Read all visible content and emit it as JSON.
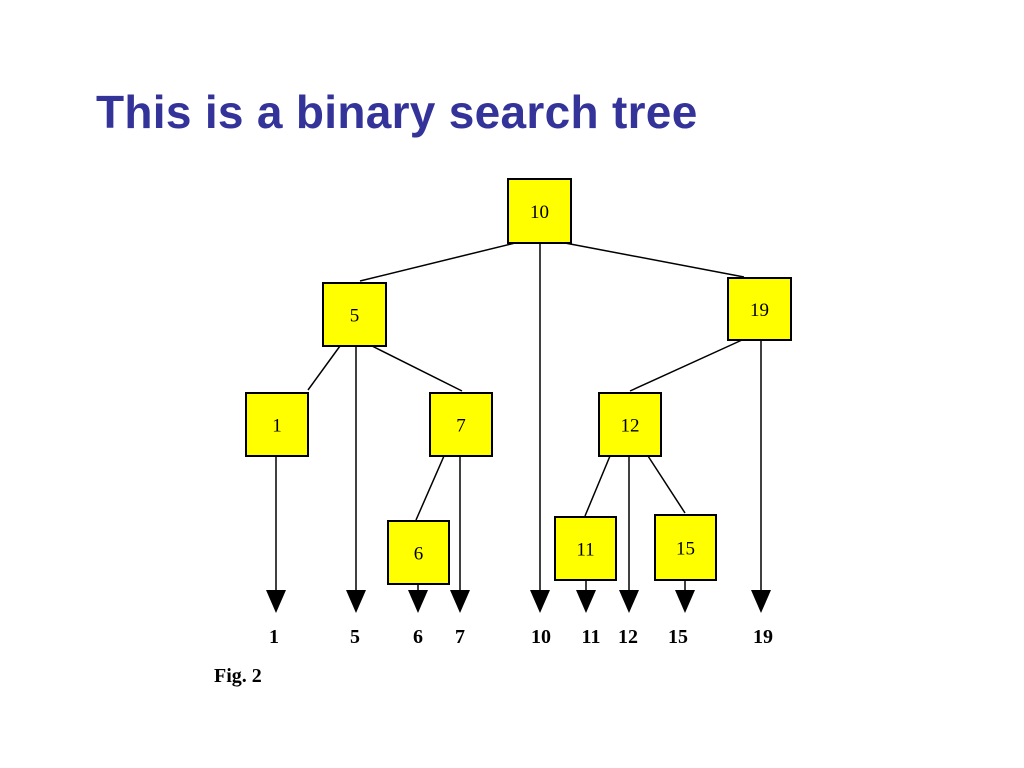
{
  "slide": {
    "title": "This is a binary search tree",
    "title_color": "#333399"
  },
  "diagram": {
    "node_fill": "#ffff00",
    "node_stroke": "#000000",
    "nodes": [
      {
        "id": "n10",
        "label": "10"
      },
      {
        "id": "n5",
        "label": "5"
      },
      {
        "id": "n19",
        "label": "19"
      },
      {
        "id": "n1",
        "label": "1"
      },
      {
        "id": "n7",
        "label": "7"
      },
      {
        "id": "n12",
        "label": "12"
      },
      {
        "id": "n6",
        "label": "6"
      },
      {
        "id": "n11",
        "label": "11"
      },
      {
        "id": "n15",
        "label": "15"
      }
    ],
    "edges": [
      {
        "from": "n10",
        "to": "n5"
      },
      {
        "from": "n10",
        "to": "n19"
      },
      {
        "from": "n5",
        "to": "n1"
      },
      {
        "from": "n5",
        "to": "n7"
      },
      {
        "from": "n7",
        "to": "n6"
      },
      {
        "from": "n19",
        "to": "n12"
      },
      {
        "from": "n12",
        "to": "n11"
      },
      {
        "from": "n12",
        "to": "n15"
      }
    ],
    "leaves": [
      {
        "id": "l1",
        "label": "1",
        "from": "n1"
      },
      {
        "id": "l5",
        "label": "5",
        "from": "n5"
      },
      {
        "id": "l6",
        "label": "6",
        "from": "n6"
      },
      {
        "id": "l7",
        "label": "7",
        "from": "n7"
      },
      {
        "id": "l10",
        "label": "10",
        "from": "n10"
      },
      {
        "id": "l11",
        "label": "11",
        "from": "n11"
      },
      {
        "id": "l12",
        "label": "12",
        "from": "n12"
      },
      {
        "id": "l15",
        "label": "15",
        "from": "n15"
      },
      {
        "id": "l19",
        "label": "19",
        "from": "n19"
      }
    ],
    "caption": "Fig.  2"
  }
}
